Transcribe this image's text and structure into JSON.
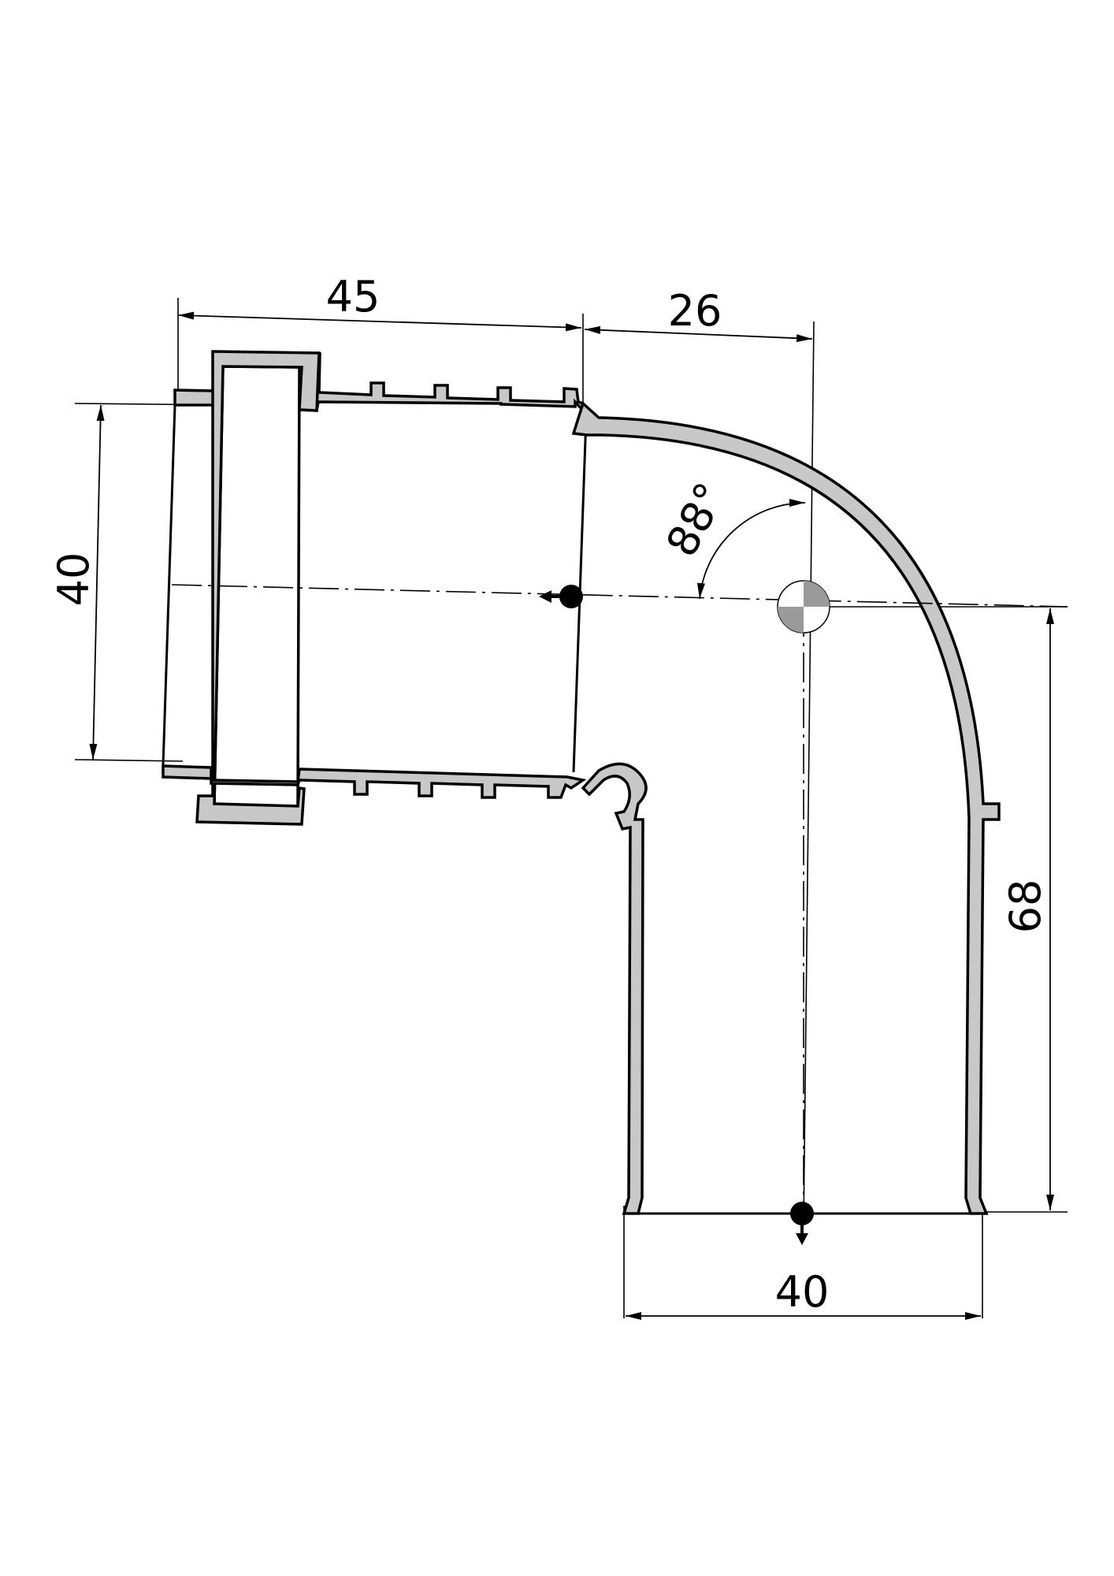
{
  "diagram": {
    "dimensions": {
      "socket_length": "45",
      "offset_to_center": "26",
      "socket_diameter": "40",
      "angle": "88°",
      "leg_height": "68",
      "spigot_diameter": "40"
    },
    "colors": {
      "wall_fill": "#c8c8c8",
      "line": "#000000",
      "background": "#ffffff"
    }
  }
}
